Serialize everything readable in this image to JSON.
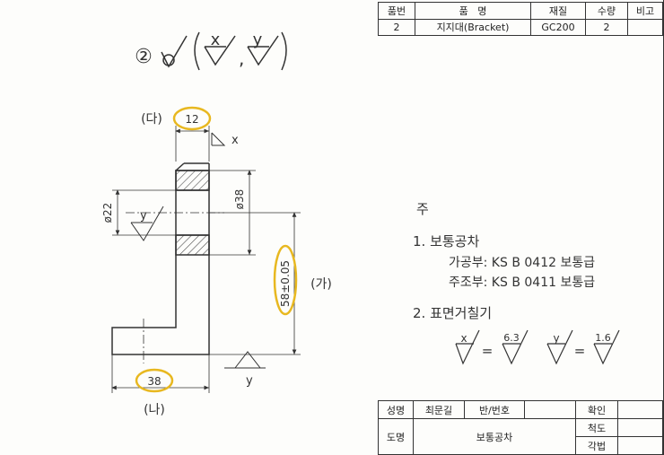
{
  "parts_table": {
    "headers": [
      "품번",
      "품   명",
      "재질",
      "수량",
      "비고"
    ],
    "row": [
      "2",
      "지지대(Bracket)",
      "GC200",
      "2",
      ""
    ]
  },
  "surface_spec": {
    "item_number": "②",
    "sym_x": "x",
    "sym_y": "y",
    "comma": ","
  },
  "dimensions": {
    "width_top": "12",
    "bore_dia": "ø38",
    "shaft_dia": "ø22",
    "height": "58±0.05",
    "base_width": "38",
    "surface_x": "x",
    "surface_y_left": "y",
    "surface_y_bottom": "y"
  },
  "callouts": {
    "da": "(다)",
    "ga": "(가)",
    "na": "(나)"
  },
  "notes": {
    "heading": "주",
    "item1": "1. 보통공차",
    "item1a": "가공부: KS B 0412 보통급",
    "item1b": "주조부: KS B 0411 보통급",
    "item2": "2. 표면거칠기",
    "rough_x": "x",
    "rough_x_val": "6.3",
    "rough_y": "y",
    "rough_y_val": "1.6",
    "eq": "="
  },
  "title_block": {
    "name_label": "성명",
    "name_value": "최문길",
    "class_label": "반/번호",
    "class_value": "",
    "check_label": "확인",
    "scale_label": "척도",
    "drawing_label": "도명",
    "drawing_value": "보통공차",
    "projection_label": "각법"
  },
  "colors": {
    "line": "#333333",
    "highlight": "#e8b820",
    "hatch": "#555555"
  }
}
